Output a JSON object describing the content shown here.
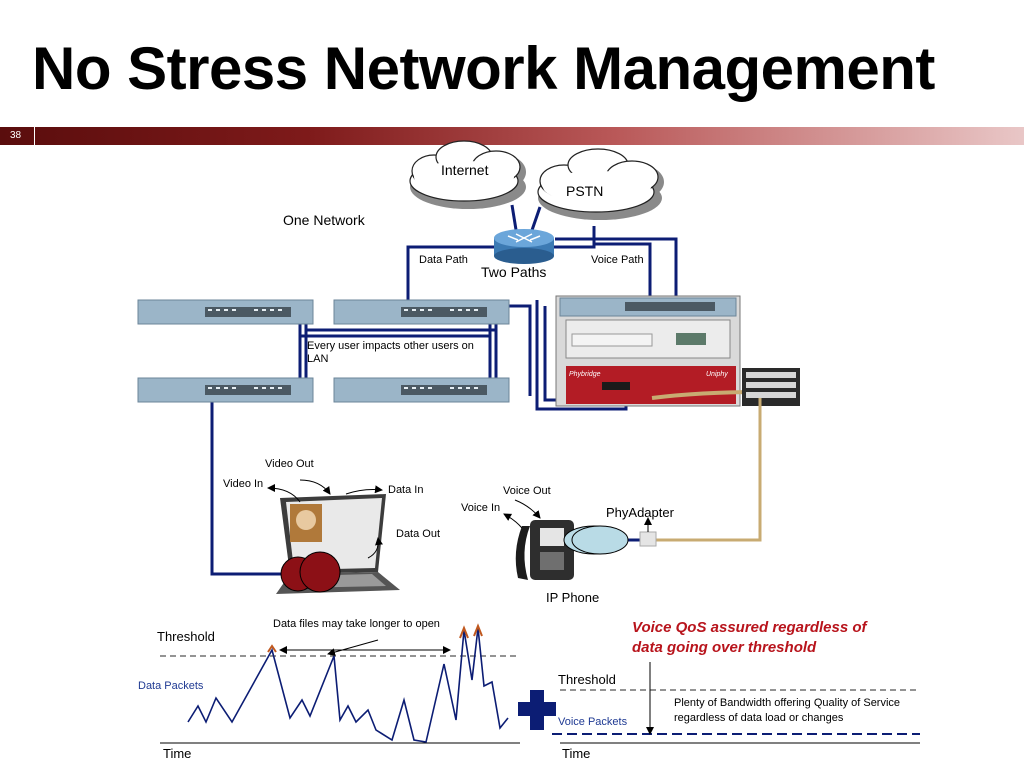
{
  "slide": {
    "title": "No Stress Network Management",
    "number": "38"
  },
  "diagram": {
    "clouds": {
      "internet": "Internet",
      "pstn": "PSTN"
    },
    "one_network": "One Network",
    "data_path": "Data Path",
    "voice_path": "Voice Path",
    "two_paths": "Two Paths",
    "lan_note": "Every user impacts other users on LAN",
    "laptop": {
      "video_out": "Video Out",
      "video_in": "Video In",
      "data_in": "Data In",
      "data_out": "Data Out"
    },
    "phone": {
      "voice_out": "Voice Out",
      "voice_in": "Voice In",
      "label": "IP Phone"
    },
    "adapter": "PhyAdapter",
    "chassis_brand_left": "Phybridge",
    "chassis_brand_right": "Uniphy"
  },
  "graphs": {
    "left": {
      "threshold": "Threshold",
      "series": "Data Packets",
      "x_label": "Time",
      "annotation": "Data files may take longer to open"
    },
    "right": {
      "threshold": "Threshold",
      "series": "Voice Packets",
      "x_label": "Time",
      "annotation": "Plenty of Bandwidth offering Quality of Service regardless of data load or changes",
      "headline": "Voice QoS assured regardless of data going over threshold"
    }
  },
  "colors": {
    "link": "#0c1d74",
    "switch": "#7f9fb5",
    "accent_red": "#b8141c",
    "tan_cable": "#c8ab72"
  }
}
